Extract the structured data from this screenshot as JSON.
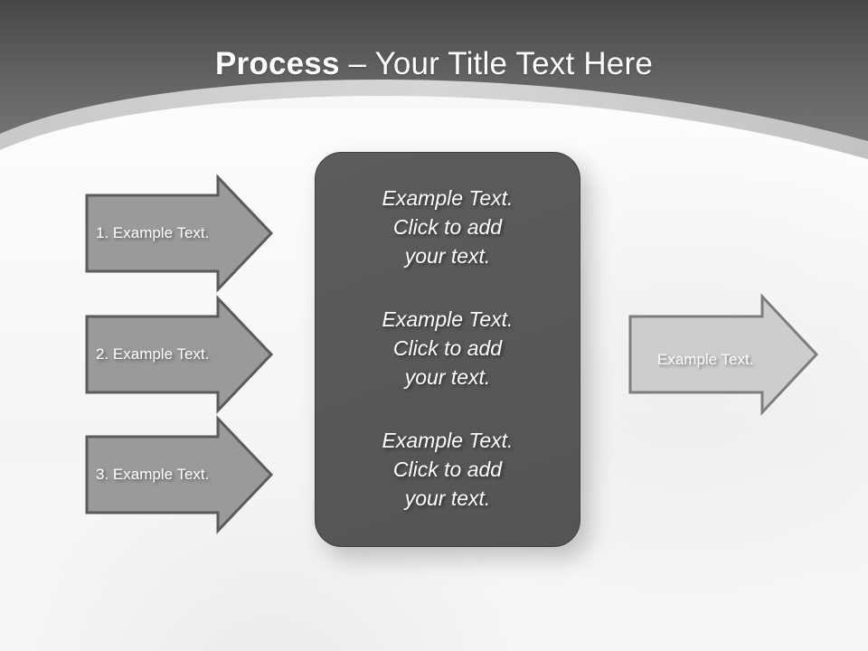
{
  "slide": {
    "title": {
      "strong": "Process",
      "rest": " – Your Title Text Here"
    },
    "background_color": "#f7f7f7",
    "header_color_top": "#4a4a4a",
    "header_color_bottom": "#6f6f6f",
    "header_band_color": "#c6c6c6",
    "panel_color": "#585858",
    "left_arrow_fill": "#9a9a9a",
    "left_arrow_stroke": "#5b5b5b",
    "right_arrow_fill": "#cdcdcd",
    "right_arrow_stroke": "#7d7d7d"
  },
  "input_arrows": [
    {
      "label": "1. Example Text."
    },
    {
      "label": "2. Example Text."
    },
    {
      "label": "3. Example Text."
    }
  ],
  "center_panel": {
    "blocks": [
      {
        "text": "Example Text.\nClick  to add\nyour text."
      },
      {
        "text": "Example Text.\nClick  to add\nyour text."
      },
      {
        "text": "Example Text.\nClick  to add\nyour text."
      }
    ]
  },
  "output_arrow": {
    "label": "Example Text."
  }
}
